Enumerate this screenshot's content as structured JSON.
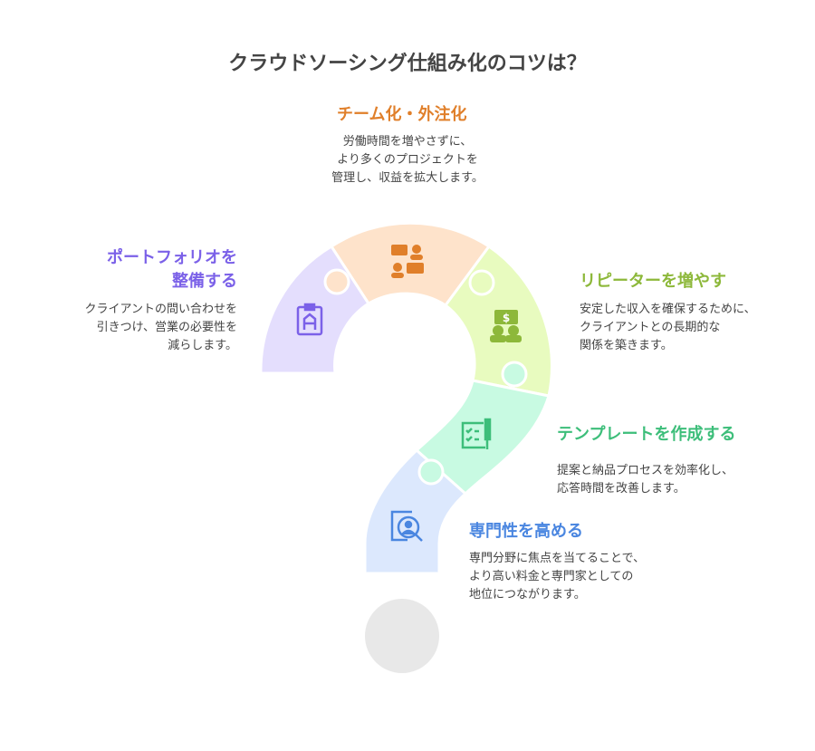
{
  "title": "クラウドソーシング仕組み化のコツは？",
  "items": [
    {
      "heading": "チーム化・外注化",
      "desc": "労働時間を増やさずに、\nより多くのプロジェクトを\n管理し、収益を拡大します。",
      "color": "#E07F2A",
      "icon": "chat-people-icon"
    },
    {
      "heading": "ポートフォリオを\n整備する",
      "desc": "クライアントの問い合わせを\n引きつけ、営業の必要性を\n減らします。",
      "color": "#7B61E8",
      "icon": "clipboard-icon"
    },
    {
      "heading": "リピーターを増やす",
      "desc": "安定した収入を確保するために、\nクライアントとの長期的な\n関係を築きます。",
      "color": "#8DB83A",
      "icon": "dollar-people-icon"
    },
    {
      "heading": "テンプレートを作成する",
      "desc": "提案と納品プロセスを効率化し、\n応答時間を改善します。",
      "color": "#3DBE7A",
      "icon": "checklist-pen-icon"
    },
    {
      "heading": "専門性を高める",
      "desc": "専門分野に焦点を当てることで、\nより高い料金と専門家としての\n地位につながります。",
      "color": "#4A86E0",
      "icon": "search-person-icon"
    }
  ]
}
